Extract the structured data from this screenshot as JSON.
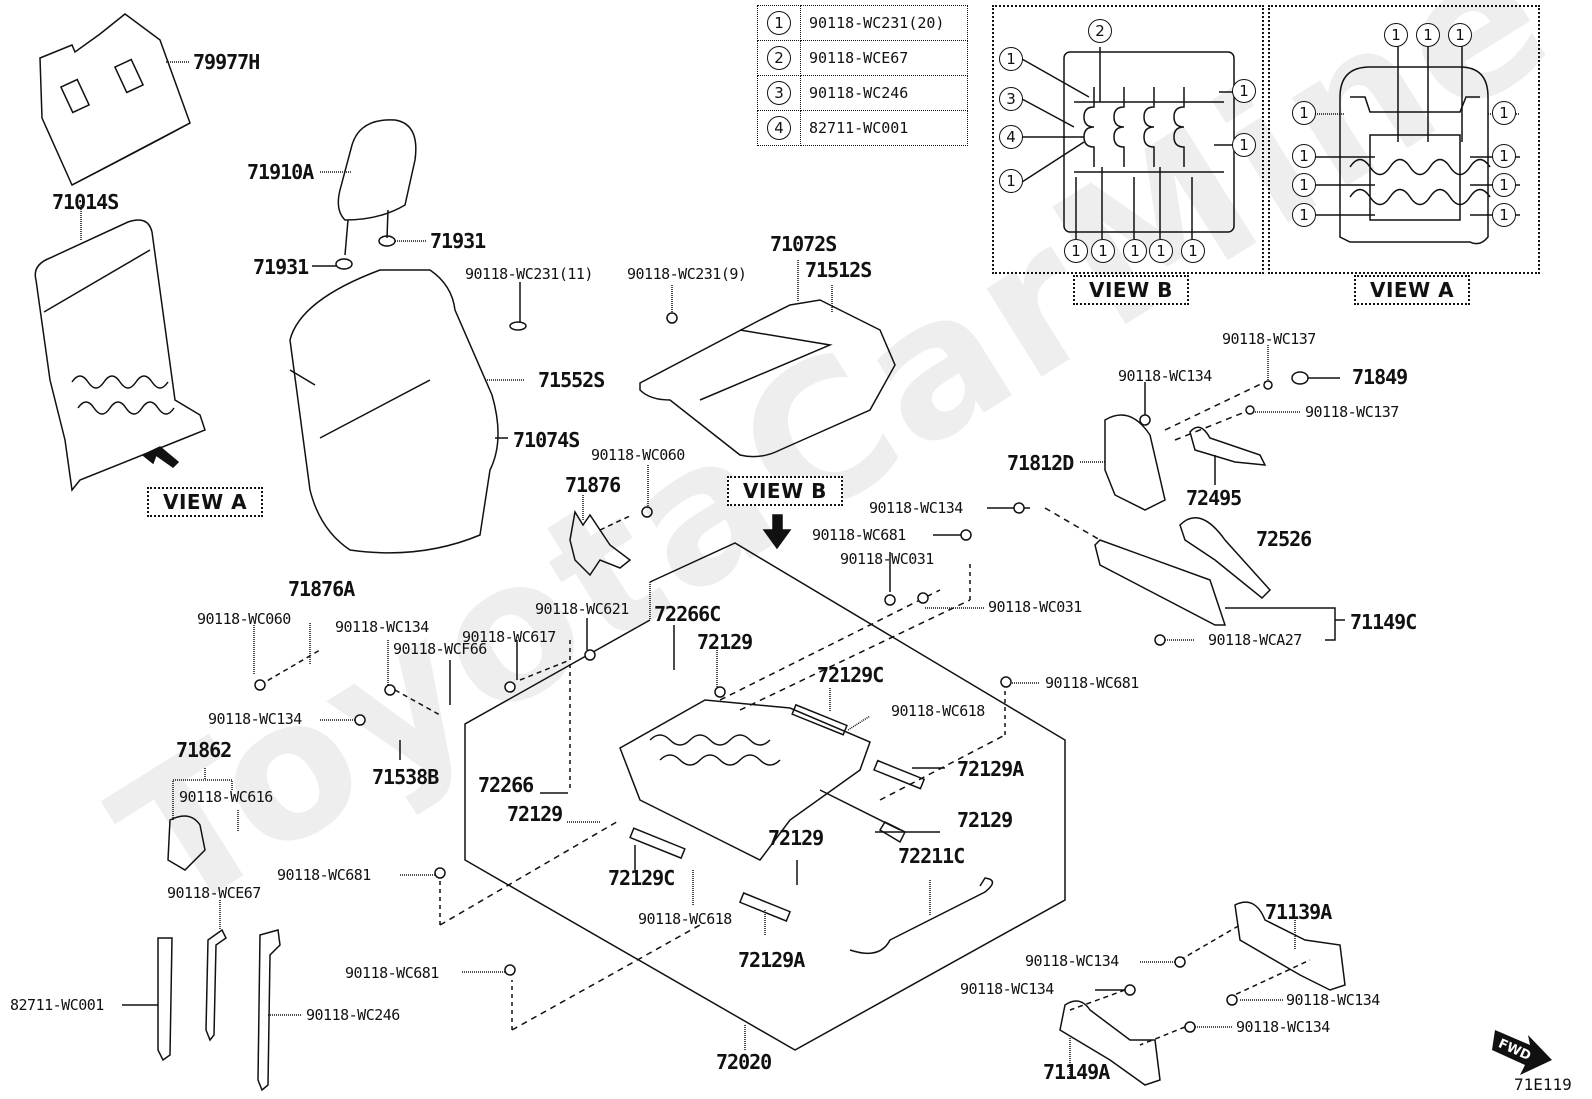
{
  "diagram": {
    "title": "Seat assembly exploded parts view",
    "watermark": "ToyotaCarMine",
    "drawing_code": "71E119",
    "fwd_label": "FWD",
    "view_tags": {
      "view_a_main": "VIEW A",
      "view_b_main": "VIEW B",
      "view_b_box": "VIEW B",
      "view_a_box": "VIEW A"
    },
    "key_table": [
      {
        "num": "1",
        "part": "90118-WC231(20)"
      },
      {
        "num": "2",
        "part": "90118-WCE67"
      },
      {
        "num": "3",
        "part": "90118-WC246"
      },
      {
        "num": "4",
        "part": "82711-WC001"
      }
    ],
    "view_b_callouts": [
      "2",
      "1",
      "3",
      "4",
      "1",
      "1",
      "1",
      "1",
      "1",
      "1",
      "1",
      "1"
    ],
    "view_a_callouts": [
      "1",
      "1",
      "1",
      "1",
      "1",
      "1",
      "1",
      "1",
      "1",
      "1",
      "1",
      "1",
      "1"
    ],
    "labels": {
      "p79977H": "79977H",
      "p71014S": "71014S",
      "p71910A": "71910A",
      "p71931_left": "71931",
      "p71931_right": "71931",
      "p90118_WC231_11": "90118-WC231(11)",
      "p90118_WC231_9": "90118-WC231(9)",
      "p71072S": "71072S",
      "p71512S": "71512S",
      "p71552S": "71552S",
      "p71074S": "71074S",
      "p90118_WC060_top": "90118-WC060",
      "p71876": "71876",
      "p71876A": "71876A",
      "p90118_WC060_left": "90118-WC060",
      "p90118_WC134_a": "90118-WC134",
      "p90118_WCF66": "90118-WCF66",
      "p90118_WC617": "90118-WC617",
      "p90118_WC621": "90118-WC621",
      "p72266C": "72266C",
      "p72129_top": "72129",
      "p90118_WC134_left": "90118-WC134",
      "p71538B": "71538B",
      "p71862": "71862",
      "p90118_WC616": "90118-WC616",
      "p72266": "72266",
      "p72129_left": "72129",
      "p72129C_top": "72129C",
      "p90118_WC618_top": "90118-WC618",
      "p72129A_right": "72129A",
      "p72129_right": "72129",
      "p72129_mid": "72129",
      "p72129C_bottom": "72129C",
      "p90118_WC618_bottom": "90118-WC618",
      "p72129A_bottom": "72129A",
      "p72211C": "72211C",
      "p72020": "72020",
      "p90118_WC681_left": "90118-WC681",
      "p90118_WC681_bottom": "90118-WC681",
      "p90118_WC681_right": "90118-WC681",
      "p90118_WC681_top": "90118-WC681",
      "p90118_WC031_a": "90118-WC031",
      "p90118_WC031_b": "90118-WC031",
      "p90118_WC134_top": "90118-WC134",
      "p90118_WCE67": "90118-WCE67",
      "p82711_WC001": "82711-WC001",
      "p90118_WC246": "90118-WC246",
      "p90118_WC137_top": "90118-WC137",
      "p90118_WC137_right": "90118-WC137",
      "p90118_WC134_lever": "90118-WC134",
      "p71849": "71849",
      "p71812D": "71812D",
      "p72495": "72495",
      "p72526": "72526",
      "p71149C": "71149C",
      "p90118_WCA27": "90118-WCA27",
      "p71139A": "71139A",
      "p90118_WC134_b1": "90118-WC134",
      "p90118_WC134_b2": "90118-WC134",
      "p90118_WC134_b3": "90118-WC134",
      "p90118_WC134_b4": "90118-WC134",
      "p71149A": "71149A"
    }
  }
}
